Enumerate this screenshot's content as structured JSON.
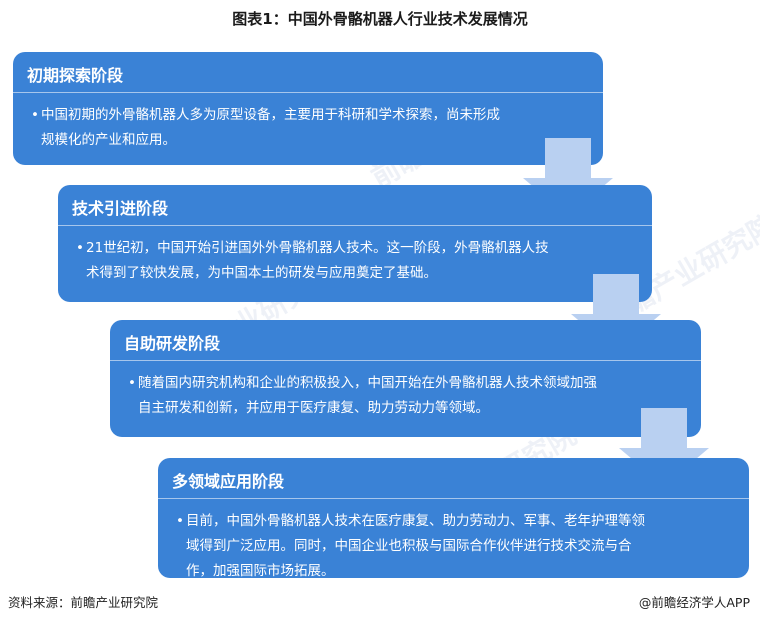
{
  "title": "图表1：中国外骨骼机器人行业技术发展情况",
  "stages": [
    {
      "title": "初期探索阶段",
      "desc": "中国初期的外骨骼机器人多为原型设备，主要用于科研和学术探索，尚未形成规模化的产业和应用。"
    },
    {
      "title": "技术引进阶段",
      "desc": "21世纪初，中国开始引进国外外骨骼机器人技术。这一阶段，外骨骼机器人技术得到了较快发展，为中国本土的研发与应用奠定了基础。"
    },
    {
      "title": "自助研发阶段",
      "desc": "随着国内研究机构和企业的积极投入，中国开始在外骨骼机器人技术领域加强自主研发和创新，并应用于医疗康复、助力劳动力等领域。"
    },
    {
      "title": "多领域应用阶段",
      "desc": "目前，中国外骨骼机器人技术在医疗康复、助力劳动力、军事、老年护理等领域得到广泛应用。同时，中国企业也积极与国际合作伙伴进行技术交流与合作，加强国际市场拓展。"
    }
  ],
  "footer": {
    "source": "资料来源：前瞻产业研究院",
    "credit": "@前瞻经济学人APP"
  },
  "watermark": "前瞻产业研究院",
  "colors": {
    "stage_fill": "#3a82d6",
    "arrow_fill": "#b9d0f1"
  }
}
